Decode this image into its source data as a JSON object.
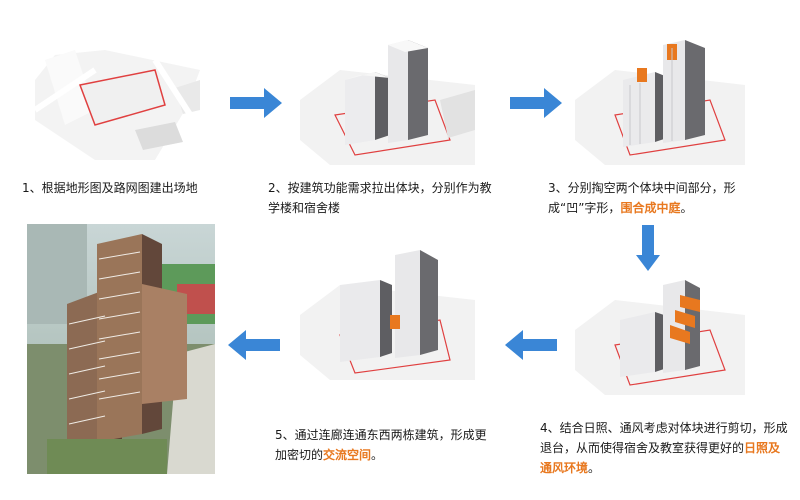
{
  "steps": [
    {
      "text": "1、根据地形图及路网图建出场地"
    },
    {
      "text": "2、按建筑功能需求拉出体块，分别作为教学楼和宿舍楼"
    },
    {
      "text_pre": "3、分别掏空两个体块中间部分，形成“凹”字形，",
      "text_hl": "围合成中庭",
      "text_post": "。"
    },
    {
      "text_pre": "4、结合日照、通风考虑对体块进行剪切，形成退台，从而使得宿舍及教室获得更好的",
      "text_hl": "日照及通风环境",
      "text_post": "。"
    },
    {
      "text_pre": "5、通过连廊连通东西两栋建筑，形成更加密切的",
      "text_hl": "交流空间",
      "text_post": "。"
    }
  ],
  "colors": {
    "arrow": "#3a86d6",
    "highlight": "#e8781f",
    "site_outline": "#e04040",
    "massing": "#e6e6e8",
    "massing_shadow": "#6e6e72"
  }
}
